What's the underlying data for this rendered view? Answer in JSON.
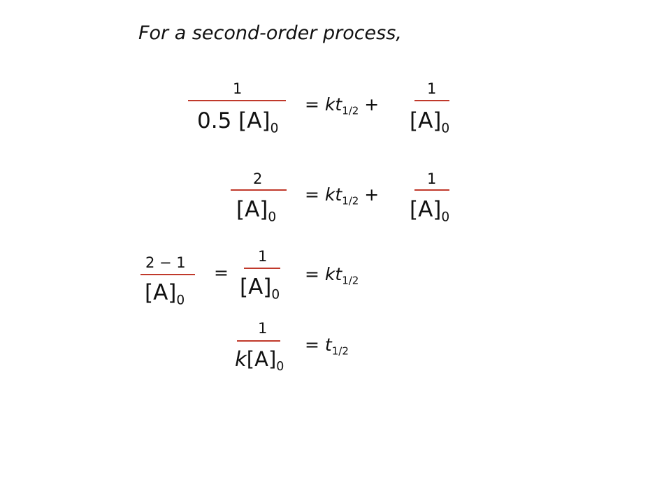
{
  "slide": {
    "title": "For a second-order process,",
    "accent_color": "#c0392b"
  },
  "eq1": {
    "lhs_num": "1",
    "lhs_den": "0.5 [A]",
    "lhs_den_sub": "0",
    "mid_pre": "= ",
    "mid_var": "kt",
    "mid_sub": "1/2",
    "mid_post": " +",
    "rhs_num": "1",
    "rhs_den": "[A]",
    "rhs_den_sub": "0"
  },
  "eq2": {
    "lhs_num": "2",
    "lhs_den": "[A]",
    "lhs_den_sub": "0",
    "mid_pre": "= ",
    "mid_var": "kt",
    "mid_sub": "1/2",
    "mid_post": " +",
    "rhs_num": "1",
    "rhs_den": "[A]",
    "rhs_den_sub": "0"
  },
  "eq3": {
    "lhs_num": "2 − 1",
    "lhs_den": "[A]",
    "lhs_den_sub": "0",
    "equals": "=",
    "mid_num": "1",
    "mid_den": "[A]",
    "mid_den_sub": "0",
    "rhs_pre": "= ",
    "rhs_var": "kt",
    "rhs_sub": "1/2"
  },
  "eq4": {
    "num": "1",
    "den_k": "k",
    "den": "[A]",
    "den_sub": "0",
    "rhs_pre": "= ",
    "rhs_var": "t",
    "rhs_sub": "1/2"
  }
}
